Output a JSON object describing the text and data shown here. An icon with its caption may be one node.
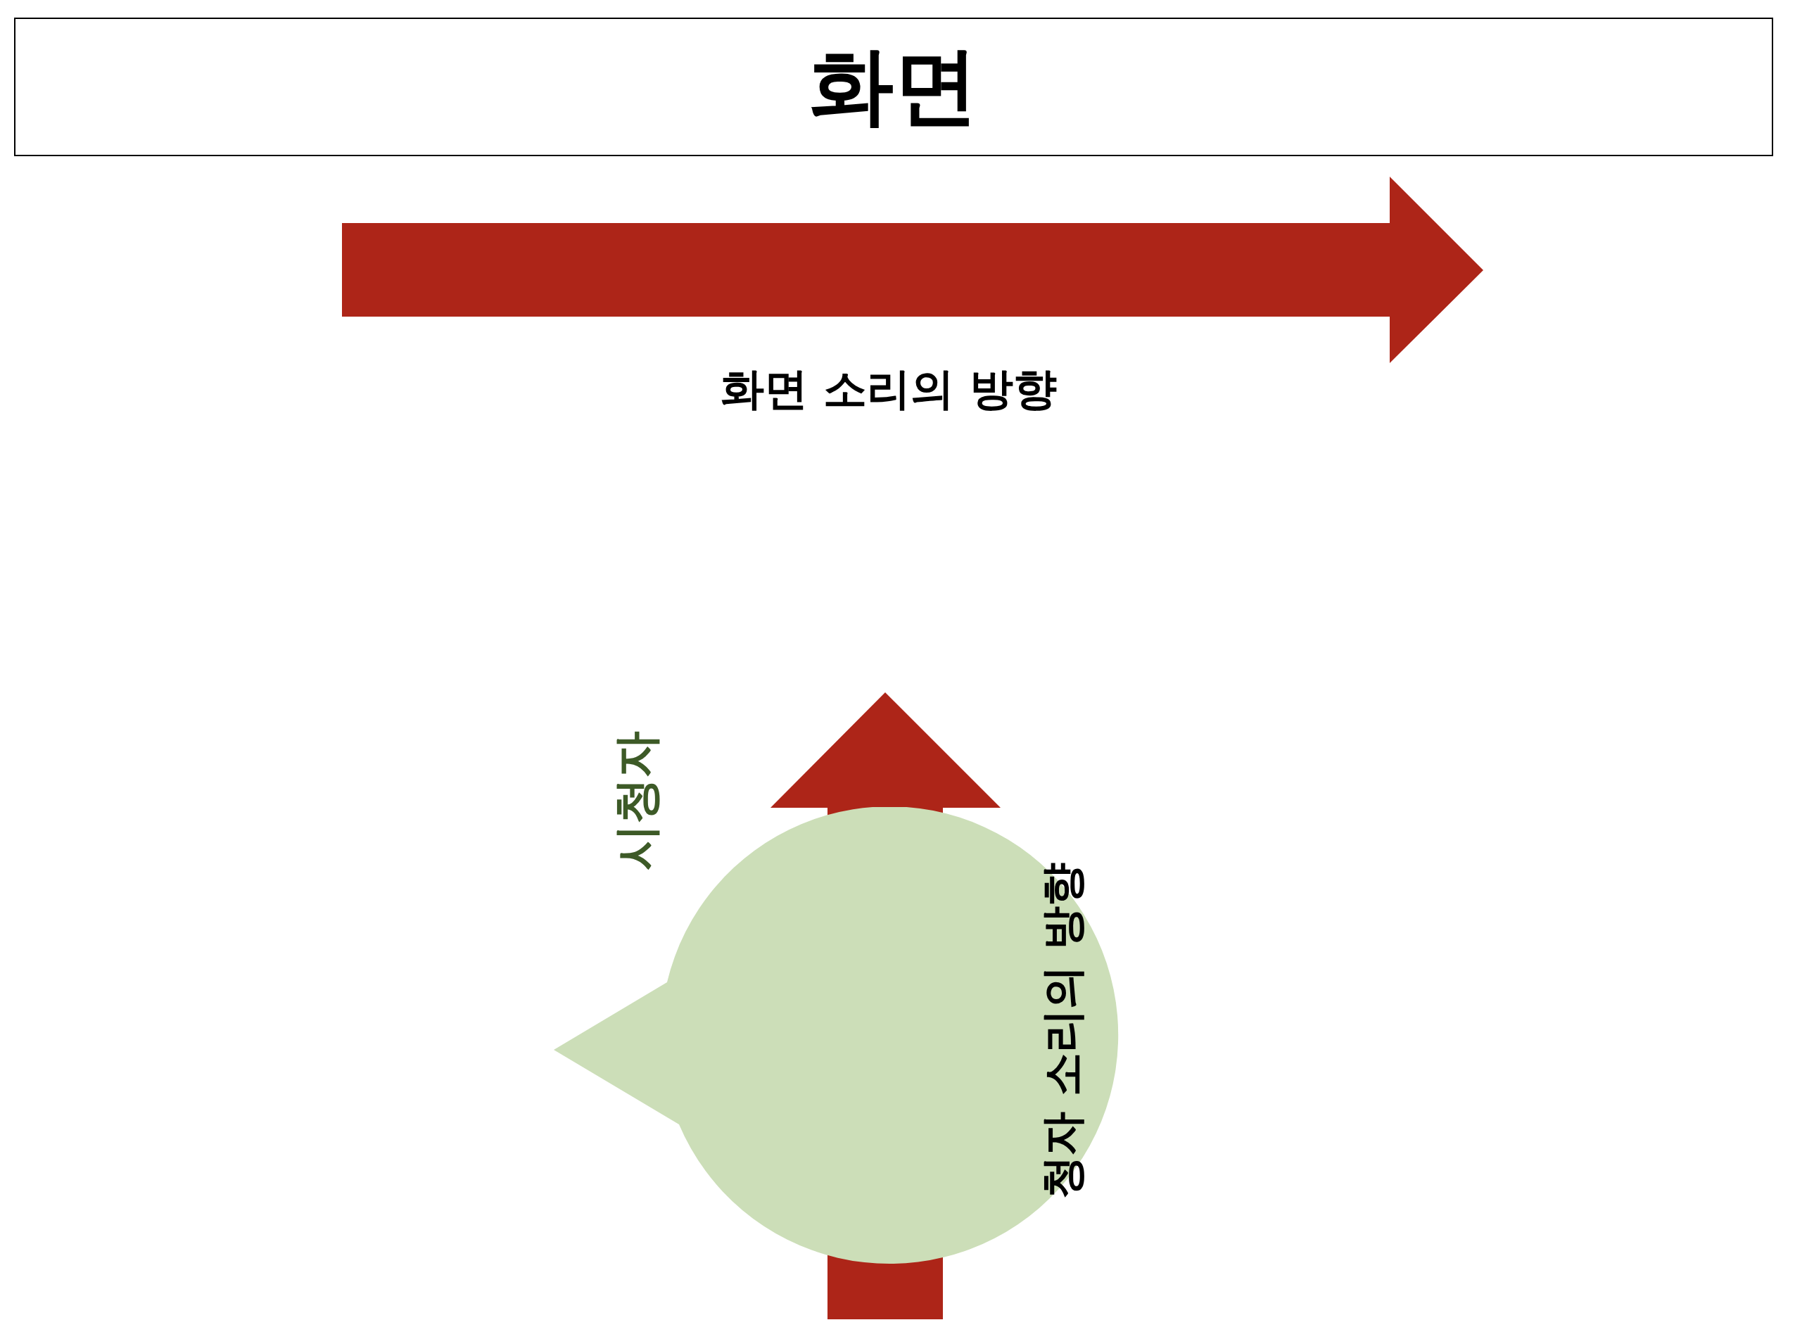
{
  "diagram": {
    "nodes": [
      {
        "text": [
          "화면"
        ]
      },
      {
        "text": [
          "시청자"
        ]
      }
    ],
    "labels": [
      "화면 소리의 방향",
      "청자 소리의 방향"
    ]
  }
}
